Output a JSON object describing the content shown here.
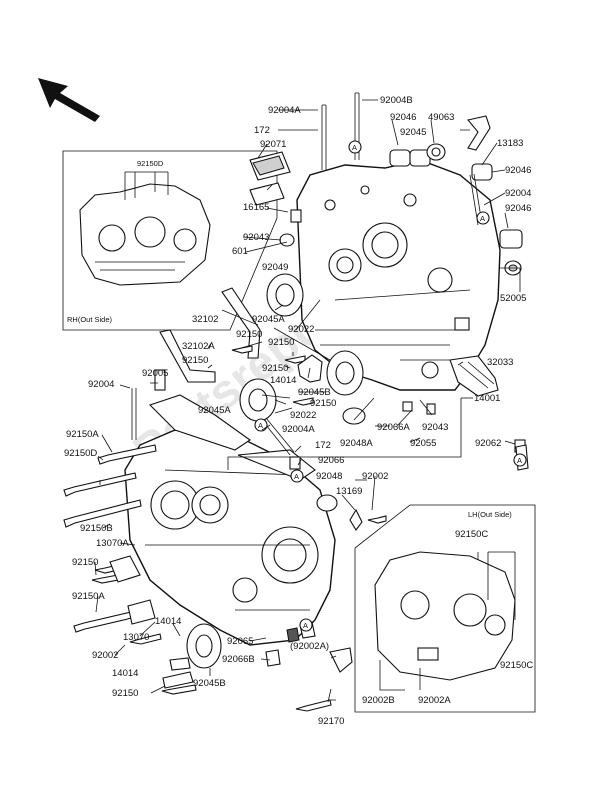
{
  "inset_rh": {
    "caption": "RH(Out Side)",
    "code": "92150D"
  },
  "inset_lh": {
    "caption": "LH(Out Side)",
    "codes": [
      "92150C",
      "92150C",
      "92002B",
      "92002A"
    ]
  },
  "callouts": [
    {
      "id": "92004B",
      "t": "92004B"
    },
    {
      "id": "92004A",
      "t": "92004A"
    },
    {
      "id": "172a",
      "t": "172"
    },
    {
      "id": "92071",
      "t": "92071"
    },
    {
      "id": "92046a",
      "t": "92046"
    },
    {
      "id": "49063",
      "t": "49063"
    },
    {
      "id": "92045a",
      "t": "92045"
    },
    {
      "id": "13183",
      "t": "13183"
    },
    {
      "id": "92046b",
      "t": "92046"
    },
    {
      "id": "92004c",
      "t": "92004"
    },
    {
      "id": "92046c",
      "t": "92046"
    },
    {
      "id": "16165",
      "t": "16165"
    },
    {
      "id": "92043a",
      "t": "92043"
    },
    {
      "id": "601",
      "t": "601"
    },
    {
      "id": "92049",
      "t": "92049"
    },
    {
      "id": "52005",
      "t": "52005"
    },
    {
      "id": "32102",
      "t": "32102"
    },
    {
      "id": "92045A1",
      "t": "92045A"
    },
    {
      "id": "92022a",
      "t": "92022"
    },
    {
      "id": "92150a",
      "t": "92150"
    },
    {
      "id": "32102A",
      "t": "32102A"
    },
    {
      "id": "92150b",
      "t": "92150"
    },
    {
      "id": "92150c",
      "t": "92150"
    },
    {
      "id": "92150d",
      "t": "92150"
    },
    {
      "id": "14014a",
      "t": "14014"
    },
    {
      "id": "32033",
      "t": "32033"
    },
    {
      "id": "92004d",
      "t": "92004"
    },
    {
      "id": "92005",
      "t": "92005"
    },
    {
      "id": "92045B1",
      "t": "92045B"
    },
    {
      "id": "92045A2",
      "t": "92045A"
    },
    {
      "id": "92150e",
      "t": "92150"
    },
    {
      "id": "92022b",
      "t": "92022"
    },
    {
      "id": "92004A2",
      "t": "92004A"
    },
    {
      "id": "92066A",
      "t": "92066A"
    },
    {
      "id": "14001",
      "t": "14001"
    },
    {
      "id": "92048A",
      "t": "92048A"
    },
    {
      "id": "92043b",
      "t": "92043"
    },
    {
      "id": "92055",
      "t": "92055"
    },
    {
      "id": "92062",
      "t": "92062"
    },
    {
      "id": "92150A1",
      "t": "92150A"
    },
    {
      "id": "172b",
      "t": "172"
    },
    {
      "id": "92066",
      "t": "92066"
    },
    {
      "id": "92150D",
      "t": "92150D"
    },
    {
      "id": "92048",
      "t": "92048"
    },
    {
      "id": "92002a",
      "t": "92002"
    },
    {
      "id": "13169",
      "t": "13169"
    },
    {
      "id": "92150B",
      "t": "92150B"
    },
    {
      "id": "13070A",
      "t": "13070A"
    },
    {
      "id": "92150f",
      "t": "92150"
    },
    {
      "id": "92150A2",
      "t": "92150A"
    },
    {
      "id": "13070",
      "t": "13070"
    },
    {
      "id": "92002b",
      "t": "92002"
    },
    {
      "id": "14014b",
      "t": "14014"
    },
    {
      "id": "92065",
      "t": "92065"
    },
    {
      "id": "92002A",
      "t": "(92002A)"
    },
    {
      "id": "92066B",
      "t": "92066B"
    },
    {
      "id": "14014c",
      "t": "14014"
    },
    {
      "id": "92045B2",
      "t": "92045B"
    },
    {
      "id": "92150g",
      "t": "92150"
    },
    {
      "id": "92170",
      "t": "92170"
    }
  ],
  "markers": [
    "A",
    "A",
    "A",
    "A",
    "A",
    "A"
  ],
  "watermark": "Partsrepublik"
}
